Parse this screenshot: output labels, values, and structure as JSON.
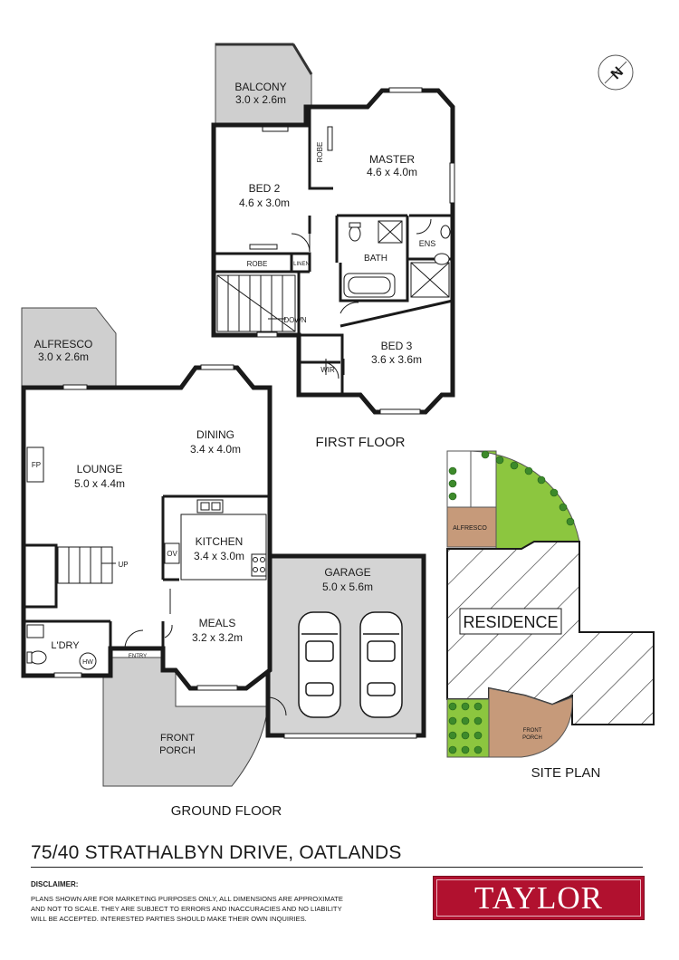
{
  "floors": {
    "first_floor_label": "FIRST FLOOR",
    "ground_floor_label": "GROUND FLOOR",
    "site_plan_label": "SITE PLAN"
  },
  "rooms": {
    "balcony": {
      "name": "BALCONY",
      "size": "3.0 x 2.6m"
    },
    "master": {
      "name": "MASTER",
      "size": "4.6 x 4.0m"
    },
    "bed2": {
      "name": "BED 2",
      "size": "4.6 x 3.0m"
    },
    "bed3": {
      "name": "BED 3",
      "size": "3.6 x 3.6m"
    },
    "alfresco": {
      "name": "ALFRESCO",
      "size": "3.0 x 2.6m"
    },
    "dining": {
      "name": "DINING",
      "size": "3.4 x 4.0m"
    },
    "lounge": {
      "name": "LOUNGE",
      "size": "5.0 x 4.4m"
    },
    "kitchen": {
      "name": "KITCHEN",
      "size": "3.4 x 3.0m"
    },
    "garage": {
      "name": "GARAGE",
      "size": "5.0 x 5.6m"
    },
    "meals": {
      "name": "MEALS",
      "size": "3.2 x 3.2m"
    },
    "front_porch": {
      "name_line1": "FRONT",
      "name_line2": "PORCH"
    }
  },
  "small_labels": {
    "robe_master": "ROBE",
    "robe_bed2": "ROBE",
    "linen": "LINEN",
    "bath": "BATH",
    "ens": "ENS",
    "down": "DOWN",
    "wir": "WIR",
    "fp": "FP",
    "up": "UP",
    "ov": "OV",
    "ldry": "L'DRY",
    "hw": "HW",
    "entry": "ENTRY"
  },
  "site_plan": {
    "alfresco": "ALFRESCO",
    "residence": "RESIDENCE",
    "front_porch_line1": "FRONT",
    "front_porch_line2": "PORCH"
  },
  "compass": {
    "letter": "N"
  },
  "address": "75/40 STRATHALBYN DRIVE, OATLANDS",
  "disclaimer": {
    "title": "DISCLAIMER:",
    "text": "PLANS SHOWN ARE FOR MARKETING PURPOSES ONLY, ALL DIMENSIONS ARE APPROXIMATE AND NOT TO SCALE. THEY ARE SUBJECT TO ERRORS AND INACCURACIES AND NO LIABILITY WILL BE ACCEPTED. INTERESTED PARTIES SHOULD MAKE THEIR OWN INQUIRIES."
  },
  "brand": {
    "logo_text": "TAYLOR",
    "color": "#b1112f"
  },
  "colors": {
    "wall": "#1a1a1a",
    "outdoor_grey": "#cfcfcf",
    "garage_grey": "#d4d4d4",
    "lawn_green": "#8cc63f",
    "paving_tan": "#c69a7a",
    "hatch": "#333333"
  }
}
